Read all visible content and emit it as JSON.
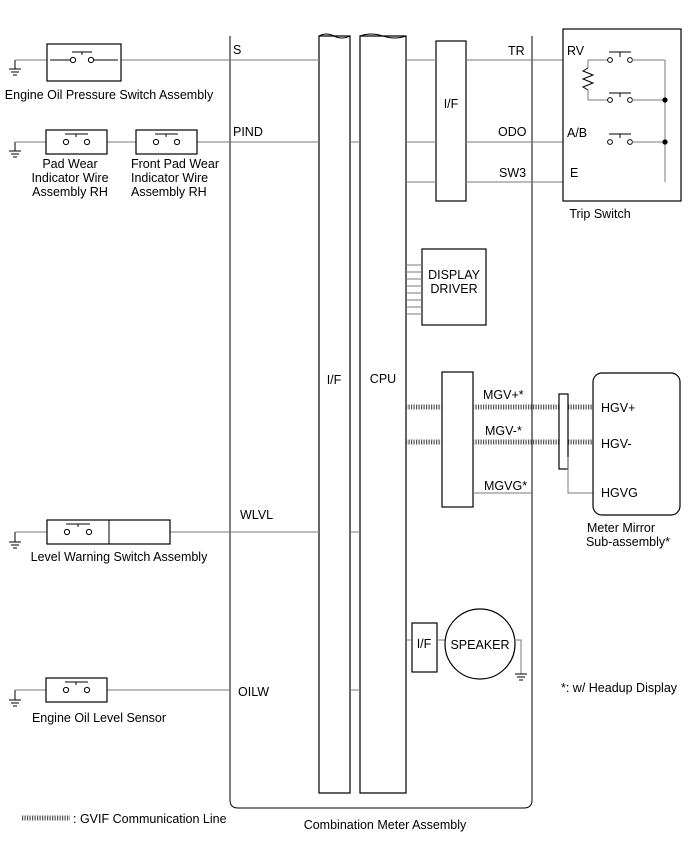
{
  "components": {
    "oil_pressure_switch": "Engine Oil Pressure Switch Assembly",
    "pad_wear_rh": [
      "Pad Wear",
      "Indicator Wire",
      "Assembly RH"
    ],
    "front_pad_wear_rh": [
      "Front Pad Wear",
      "Indicator Wire",
      "Assembly RH"
    ],
    "level_warning_switch": "Level Warning Switch Assembly",
    "oil_level_sensor": "Engine Oil Level Sensor",
    "trip_switch": "Trip Switch",
    "meter_mirror": [
      "Meter Mirror",
      "Sub-assembly*"
    ],
    "combination_meter": "Combination Meter Assembly"
  },
  "blocks": {
    "if_left": "I/F",
    "cpu": "CPU",
    "if_top": "I/F",
    "display_driver": [
      "DISPLAY",
      "DRIVER"
    ],
    "if_speaker": "I/F",
    "speaker": "SPEAKER"
  },
  "terminals": {
    "s": "S",
    "pind": "PIND",
    "wlvl": "WLVL",
    "oilw": "OILW",
    "tr": "TR",
    "odo": "ODO",
    "sw3": "SW3",
    "rv": "RV",
    "ab": "A/B",
    "e": "E",
    "mgv_plus": "MGV+*",
    "mgv_minus": "MGV-*",
    "mgvg": "MGVG*",
    "hgv_plus": "HGV+",
    "hgv_minus": "HGV-",
    "hgvg": "HGVG"
  },
  "notes": {
    "headup": "*: w/ Headup Display",
    "legend": ": GVIF Communication Line"
  }
}
